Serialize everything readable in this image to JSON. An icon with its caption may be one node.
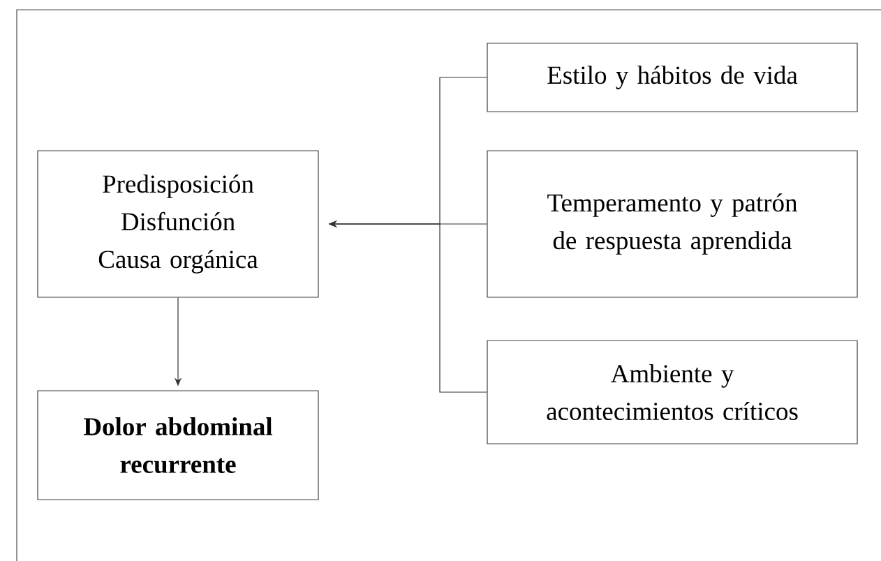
{
  "diagram": {
    "nodes": [
      {
        "text": [
          "Predisposición",
          "Disfunción",
          "Causa orgánica"
        ]
      },
      {
        "text": [
          "Dolor abdominal recurrente"
        ]
      },
      {
        "text": [
          "Estilo y hábitos de vida"
        ]
      },
      {
        "text": [
          "Temperamento y patrón de respuesta aprendida"
        ]
      },
      {
        "text": [
          "Ambiente y acontecimientos críticos"
        ]
      }
    ],
    "edges": [
      {
        "from": 0,
        "to": 1,
        "arrow": "to"
      },
      {
        "from": 2,
        "to": 0,
        "arrow": "to"
      },
      {
        "from": 3,
        "to": 0,
        "arrow": "to"
      },
      {
        "from": 4,
        "to": 0,
        "arrow": "to"
      }
    ]
  }
}
